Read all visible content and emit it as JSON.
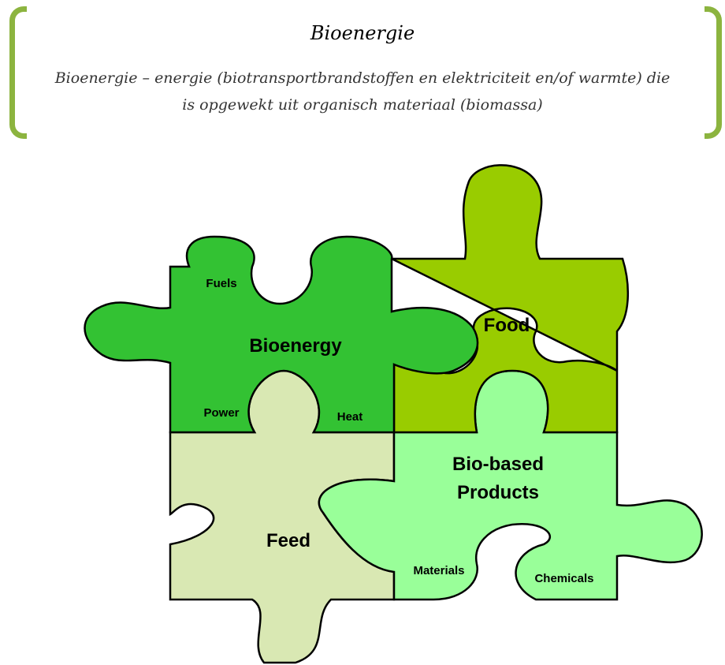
{
  "header": {
    "title": "Bioenergie",
    "definition": "Bioenergie – energie (biotransportbrandstoffen en elektriciteit en/of warmte) die is opgewekt uit organisch materiaal (biomassa)",
    "bracket_color": "#8cb43f"
  },
  "pieces": {
    "bioenergy": {
      "label": "Bioenergy",
      "color": "#33c233",
      "sub": {
        "fuels": "Fuels",
        "power": "Power",
        "heat": "Heat"
      }
    },
    "food": {
      "label": "Food",
      "color": "#99cc00"
    },
    "feed": {
      "label": "Feed",
      "color": "#d9e8b3"
    },
    "biobased": {
      "label_line1": "Bio-based",
      "label_line2": "Products",
      "color": "#99ff99",
      "sub": {
        "materials": "Materials",
        "chemicals": "Chemicals"
      }
    }
  }
}
